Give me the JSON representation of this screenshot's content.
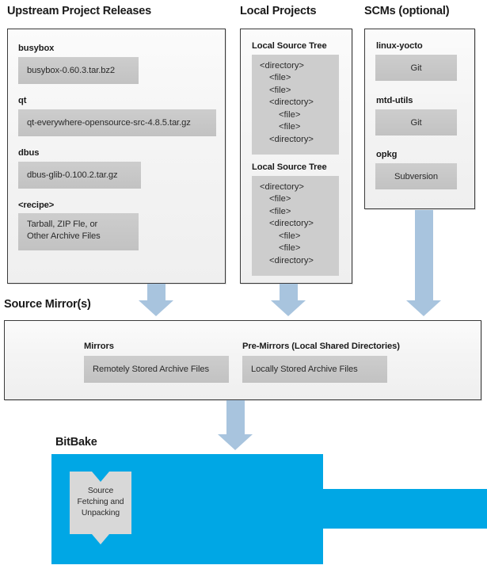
{
  "sections": {
    "upstream": {
      "title": "Upstream Project Releases",
      "items": [
        {
          "label": "busybox",
          "value": "busybox-0.60.3.tar.bz2"
        },
        {
          "label": "qt",
          "value": "qt-everywhere-opensource-src-4.8.5.tar.gz"
        },
        {
          "label": "dbus",
          "value": "dbus-glib-0.100.2.tar.gz"
        },
        {
          "label": "<recipe>",
          "value_line1": "Tarball, ZIP Fle, or",
          "value_line2": "Other Archive Files"
        }
      ]
    },
    "local_projects": {
      "title": "Local Projects",
      "trees": [
        {
          "label": "Local Source Tree",
          "lines": [
            "<directory>",
            "  <file>",
            "  <file>",
            "  <directory>",
            "    <file>",
            "    <file>",
            "  <directory>"
          ]
        },
        {
          "label": "Local Source Tree",
          "lines": [
            "<directory>",
            "  <file>",
            "  <file>",
            "  <directory>",
            "    <file>",
            "    <file>",
            "  <directory>"
          ]
        }
      ]
    },
    "scms": {
      "title": "SCMs (optional)",
      "items": [
        {
          "label": "linux-yocto",
          "value": "Git"
        },
        {
          "label": "mtd-utils",
          "value": "Git"
        },
        {
          "label": "opkg",
          "value": "Subversion"
        }
      ]
    },
    "source_mirrors": {
      "title": "Source Mirror(s)",
      "items": [
        {
          "label": "Mirrors",
          "value": "Remotely Stored Archive Files"
        },
        {
          "label": "Pre-Mirrors (Local Shared Directories)",
          "value": "Locally Stored Archive Files"
        }
      ]
    },
    "bitbake": {
      "title": "BitBake",
      "task_line1": "Source",
      "task_line2": "Fetching and",
      "task_line3": "Unpacking"
    }
  },
  "colors": {
    "arrow": "#a8c4de",
    "bitbake_block": "#00a7e5",
    "grey_box": "#c8c8c8",
    "panel_border": "#3b3b3b",
    "text": "#231f20"
  }
}
